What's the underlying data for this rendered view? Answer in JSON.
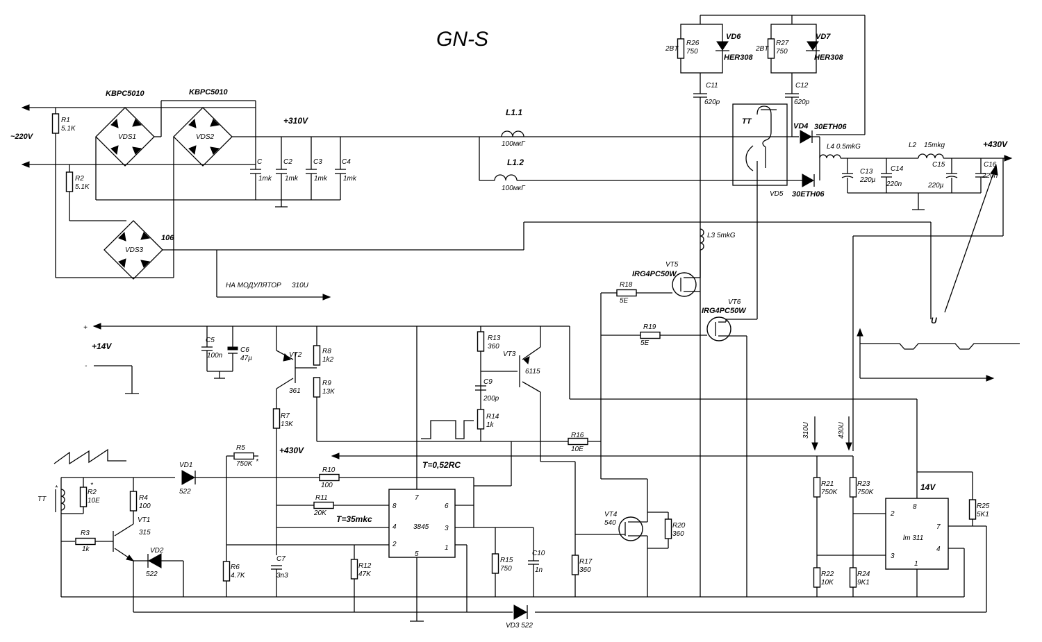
{
  "title": "GN-S",
  "supply": {
    "mains": "~220V",
    "rail_310": "+310V",
    "rail_430": "+430V",
    "rail_430_b": "+430V",
    "rail_14": "+14V",
    "plus": "+",
    "minus": "-",
    "to_modulator": "НА МОДУЛЯТОР",
    "mod_voltage": "310U",
    "u_label": "U",
    "lm_supply": "14V",
    "vtap_310": "310U",
    "vtap_430": "430U"
  },
  "bridges": [
    {
      "ref": "VDS1",
      "part": "KBPC5010"
    },
    {
      "ref": "VDS2",
      "part": "KBPC5010"
    },
    {
      "ref": "VDS3",
      "part": "106"
    }
  ],
  "resistors": {
    "R1": {
      "ref": "R1",
      "value": "5.1K"
    },
    "R2": {
      "ref": "R2",
      "value": "5.1K"
    },
    "R2b": {
      "ref": "R2",
      "value": "10E"
    },
    "R3": {
      "ref": "R3",
      "value": "1k"
    },
    "R4": {
      "ref": "R4",
      "value": "100"
    },
    "R5": {
      "ref": "R5",
      "value": "750K"
    },
    "R6": {
      "ref": "R6",
      "value": "4.7K"
    },
    "R7": {
      "ref": "R7",
      "value": "13K"
    },
    "R8": {
      "ref": "R8",
      "value": "1k2"
    },
    "R9": {
      "ref": "R9",
      "value": "13K"
    },
    "R10": {
      "ref": "R10",
      "value": "100"
    },
    "R11": {
      "ref": "R11",
      "value": "20K"
    },
    "R12": {
      "ref": "R12",
      "value": "47K"
    },
    "R13": {
      "ref": "R13",
      "value": "360"
    },
    "R14": {
      "ref": "R14",
      "value": "1k"
    },
    "R15": {
      "ref": "R15",
      "value": "750"
    },
    "R16": {
      "ref": "R16",
      "value": "10E"
    },
    "R17": {
      "ref": "R17",
      "value": "360"
    },
    "R18": {
      "ref": "R18",
      "value": "5E"
    },
    "R19": {
      "ref": "R19",
      "value": "5E"
    },
    "R20": {
      "ref": "R20",
      "value": "360"
    },
    "R21": {
      "ref": "R21",
      "value": "750K"
    },
    "R22": {
      "ref": "R22",
      "value": "10K"
    },
    "R23": {
      "ref": "R23",
      "value": "750K"
    },
    "R24": {
      "ref": "R24",
      "value": "9K1"
    },
    "R25": {
      "ref": "R25",
      "value": "5K1"
    },
    "R26": {
      "ref": "R26",
      "value": "750",
      "power": "2BT"
    },
    "R27": {
      "ref": "R27",
      "value": "750",
      "power": "2BT"
    }
  },
  "capacitors": {
    "C": {
      "ref": "C",
      "value": "1mk"
    },
    "C2": {
      "ref": "C2",
      "value": "1mk"
    },
    "C3": {
      "ref": "C3",
      "value": "1mk"
    },
    "C4": {
      "ref": "C4",
      "value": "1mk"
    },
    "C5": {
      "ref": "C5",
      "value": "100n"
    },
    "C6": {
      "ref": "C6",
      "value": "47µ"
    },
    "C7": {
      "ref": "C7",
      "value": "3n3"
    },
    "C9": {
      "ref": "C9",
      "value": "200p"
    },
    "C10": {
      "ref": "C10",
      "value": "1n"
    },
    "C11": {
      "ref": "C11",
      "value": "620p"
    },
    "C12": {
      "ref": "C12",
      "value": "620p"
    },
    "C13": {
      "ref": "C13",
      "value": "220µ"
    },
    "C14": {
      "ref": "C14",
      "value": "220n"
    },
    "C15": {
      "ref": "C15",
      "value": "220µ"
    },
    "C16": {
      "ref": "C16",
      "value": "220n"
    }
  },
  "inductors": {
    "L11": {
      "ref": "L1.1",
      "value": "100мкГ"
    },
    "L12": {
      "ref": "L1.2",
      "value": "100мкГ"
    },
    "L2": {
      "ref": "L2",
      "value": "15mkg"
    },
    "L3": {
      "label": "L3 5mkG"
    },
    "L4": {
      "label": "L4 0.5mkG"
    }
  },
  "diodes": {
    "VD1": {
      "ref": "VD1",
      "part": "522"
    },
    "VD2": {
      "ref": "VD2",
      "part": "522"
    },
    "VD3": {
      "label": "VD3 522"
    },
    "VD4": {
      "ref": "VD4",
      "part": "30ETH06"
    },
    "VD5": {
      "ref": "VD5",
      "part": "30ETH06"
    },
    "VD6": {
      "ref": "VD6",
      "part": "HER308"
    },
    "VD7": {
      "ref": "VD7",
      "part": "HER308"
    }
  },
  "transistors": {
    "VT1": {
      "ref": "VT1",
      "part": "315"
    },
    "VT2": {
      "ref": "VT2",
      "part": "361"
    },
    "VT3": {
      "ref": "VT3",
      "part": "6115"
    },
    "VT4": {
      "ref": "VT4",
      "part": "540"
    },
    "VT5": {
      "ref": "VT5",
      "part": "IRG4PC50W"
    },
    "VT6": {
      "ref": "VT6",
      "part": "IRG4PC50W"
    }
  },
  "transformer": {
    "tt1": "TT",
    "tt2": "TT"
  },
  "stars": [
    "*",
    "*",
    "*"
  ],
  "ic3845": {
    "name": "3845",
    "formula_rc": "T=0,52RC",
    "formula_t": "T=35mkc",
    "pins": [
      "8",
      "7",
      "6",
      "4",
      "3",
      "2",
      "5",
      "1"
    ]
  },
  "lm311": {
    "name": "lm 311",
    "pins": [
      "8",
      "2",
      "3",
      "7",
      "4",
      "1"
    ]
  }
}
